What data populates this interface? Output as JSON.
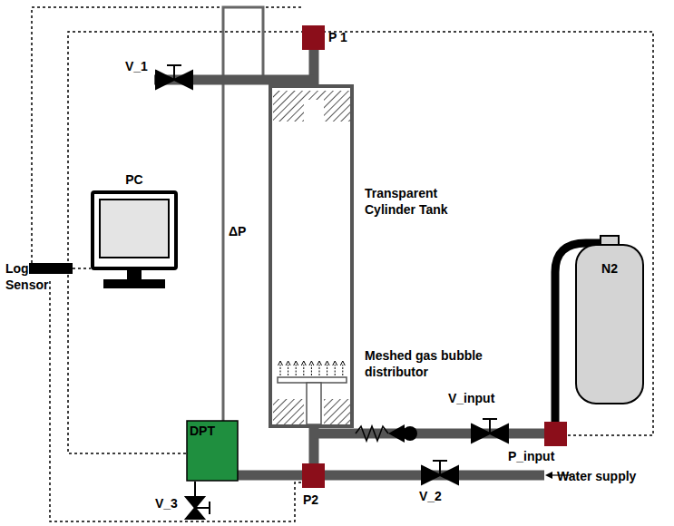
{
  "diagram": {
    "nodes": [
      {
        "text": [
          "PC"
        ]
      },
      {
        "text": [
          "Log Sensor"
        ]
      },
      {
        "text": [
          "DPT"
        ]
      },
      {
        "text": [
          "N2"
        ]
      }
    ],
    "edges": [
      {
        "from": 1,
        "to": 0,
        "arrow": "none"
      }
    ],
    "labels": [
      "P 1",
      "V_1",
      "Transparent Cylinder Tank",
      "ΔP",
      "Meshed gas bubble distributor",
      "V_input",
      "P_input",
      "Water supply",
      "P2",
      "V_2",
      "V_3"
    ]
  }
}
